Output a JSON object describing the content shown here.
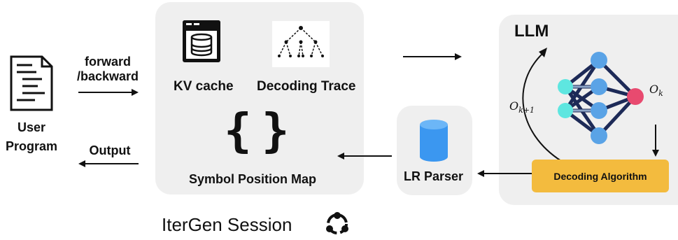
{
  "user_program": {
    "label_line1": "User",
    "label_line2": "Program"
  },
  "arrows": {
    "forward_line1": "forward",
    "forward_line2": "/backward",
    "output": "Output"
  },
  "session": {
    "kv_cache_label": "KV cache",
    "decoding_trace_label": "Decoding Trace",
    "symbol_map_label": "Symbol Position Map",
    "title": "IterGen Session"
  },
  "parser": {
    "label": "LR Parser"
  },
  "llm": {
    "title": "LLM",
    "o_k_base": "O",
    "o_k_sub": "k",
    "o_k1_base": "O",
    "o_k1_sub": "k+1",
    "decoding_algorithm": "Decoding Algorithm"
  },
  "colors": {
    "panel": "#efefef",
    "decode_box": "#f3bb3e",
    "node_cyan": "#5ee6e0",
    "node_blue": "#5aa3e6",
    "node_pink": "#e84a6f",
    "db_blue": "#3b97f0",
    "edge_dark": "#1d2a57"
  }
}
